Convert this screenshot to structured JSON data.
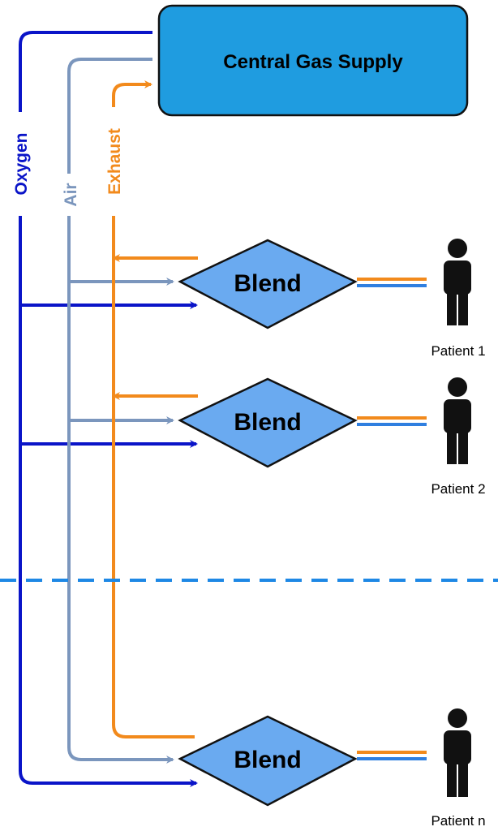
{
  "supply": {
    "label": "Central Gas Supply"
  },
  "lines": {
    "oxygen": {
      "label": "Oxygen",
      "color": "#0a14c8"
    },
    "air": {
      "label": "Air",
      "color": "#7b96bd"
    },
    "exhaust": {
      "label": "Exhaust",
      "color": "#f28a1c"
    }
  },
  "blends": [
    {
      "label": "Blend",
      "patient": "Patient 1"
    },
    {
      "label": "Blend",
      "patient": "Patient 2"
    },
    {
      "label": "Blend",
      "patient": "Patient n"
    }
  ],
  "colors": {
    "supply_fill": "#1f9ce0",
    "blend_fill": "#6aaaf0",
    "separator": "#1e88e5",
    "patient": "#111111",
    "link_blue": "#2f7fe0"
  }
}
